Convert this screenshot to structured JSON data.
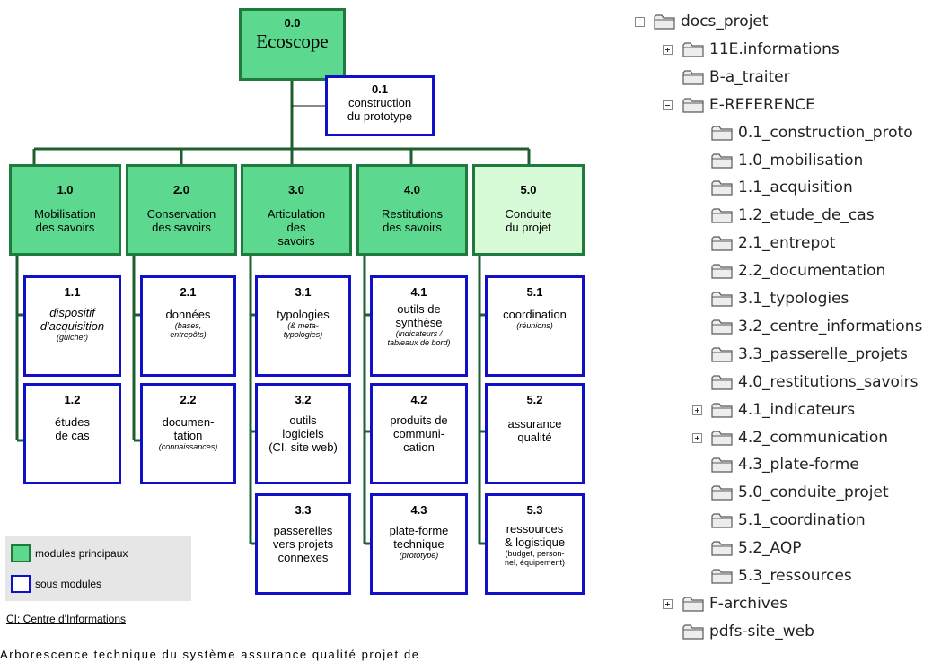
{
  "diagram": {
    "root": {
      "number": "0.0",
      "label": "Ecoscope"
    },
    "prototype": {
      "number": "0.1",
      "label_line1": "construction",
      "label_line2": "du prototype"
    },
    "modules": [
      {
        "number": "1.0",
        "label_line1": "Mobilisation",
        "label_line2": "des savoirs",
        "label_line3": ""
      },
      {
        "number": "2.0",
        "label_line1": "Conservation",
        "label_line2": "des savoirs",
        "label_line3": ""
      },
      {
        "number": "3.0",
        "label_line1": "Articulation",
        "label_line2": "des",
        "label_line3": "savoirs"
      },
      {
        "number": "4.0",
        "label_line1": "Restitutions",
        "label_line2": "des savoirs",
        "label_line3": ""
      },
      {
        "number": "5.0",
        "label_line1": "Conduite",
        "label_line2": "du projet",
        "label_line3": ""
      }
    ],
    "submodules": {
      "s11": {
        "number": "1.1",
        "l1": "dispositif",
        "l2": "d'acquisition",
        "note": "(guichet)"
      },
      "s12": {
        "number": "1.2",
        "l1": "études",
        "l2": "de cas"
      },
      "s21": {
        "number": "2.1",
        "l1": "données",
        "note1": "(bases,",
        "note2": "entrepôts)"
      },
      "s22": {
        "number": "2.2",
        "l1": "documen-",
        "l2": "tation",
        "note": "(connaissances)"
      },
      "s31": {
        "number": "3.1",
        "l1": "typologies",
        "note1": "(& meta-",
        "note2": "typologies)"
      },
      "s32": {
        "number": "3.2",
        "l1": "outils",
        "l2": "logiciels",
        "l3": "(CI, site web)"
      },
      "s33": {
        "number": "3.3",
        "l1": "passerelles",
        "l2": "vers projets",
        "l3": "connexes"
      },
      "s41": {
        "number": "4.1",
        "l1": "outils de",
        "l2": "synthèse",
        "note1": "(indicateurs /",
        "note2": "tableaux de bord)"
      },
      "s42": {
        "number": "4.2",
        "l1": "produits de",
        "l2": "communi-",
        "l3": "cation"
      },
      "s43": {
        "number": "4.3",
        "l1": "plate-forme",
        "l2": "technique",
        "note": "(prototype)"
      },
      "s51": {
        "number": "5.1",
        "l1": "coordination",
        "note": "(réunions)"
      },
      "s52": {
        "number": "5.2",
        "l1": "assurance",
        "l2": "qualité"
      },
      "s53": {
        "number": "5.3",
        "l1": "ressources",
        "l2": "& logistique",
        "n1": "(budget, person-",
        "n2": "nel, équipement)"
      }
    },
    "colors": {
      "main_fill": "#5cd98f",
      "main_border": "#1f7a3e",
      "conduite_fill": "#d6fbd6",
      "sub_border": "#1010c8",
      "connector": "#1f5e2e"
    }
  },
  "legend": {
    "main_label": "modules principaux",
    "sub_label": "sous modules"
  },
  "ci_note": "CI: Centre d'Informations",
  "caption": "Arborescence technique du système assurance qualité projet de",
  "folder_tree": [
    {
      "label": "docs_projet",
      "expander": "minus"
    },
    {
      "label": "11E.informations",
      "expander": "plus"
    },
    {
      "label": "B-a_traiter",
      "expander": "none"
    },
    {
      "label": "E-REFERENCE",
      "expander": "minus"
    },
    {
      "label": "0.1_construction_proto",
      "expander": "none"
    },
    {
      "label": "1.0_mobilisation",
      "expander": "none"
    },
    {
      "label": "1.1_acquisition",
      "expander": "none"
    },
    {
      "label": "1.2_etude_de_cas",
      "expander": "none"
    },
    {
      "label": "2.1_entrepot",
      "expander": "none"
    },
    {
      "label": "2.2_documentation",
      "expander": "none"
    },
    {
      "label": "3.1_typologies",
      "expander": "none"
    },
    {
      "label": "3.2_centre_informations",
      "expander": "none"
    },
    {
      "label": "3.3_passerelle_projets",
      "expander": "none"
    },
    {
      "label": "4.0_restitutions_savoirs",
      "expander": "none"
    },
    {
      "label": "4.1_indicateurs",
      "expander": "plus"
    },
    {
      "label": "4.2_communication",
      "expander": "plus"
    },
    {
      "label": "4.3_plate-forme",
      "expander": "none"
    },
    {
      "label": "5.0_conduite_projet",
      "expander": "none"
    },
    {
      "label": "5.1_coordination",
      "expander": "none"
    },
    {
      "label": "5.2_AQP",
      "expander": "none"
    },
    {
      "label": "5.3_ressources",
      "expander": "none"
    },
    {
      "label": "F-archives",
      "expander": "plus"
    },
    {
      "label": "pdfs-site_web",
      "expander": "none"
    }
  ]
}
